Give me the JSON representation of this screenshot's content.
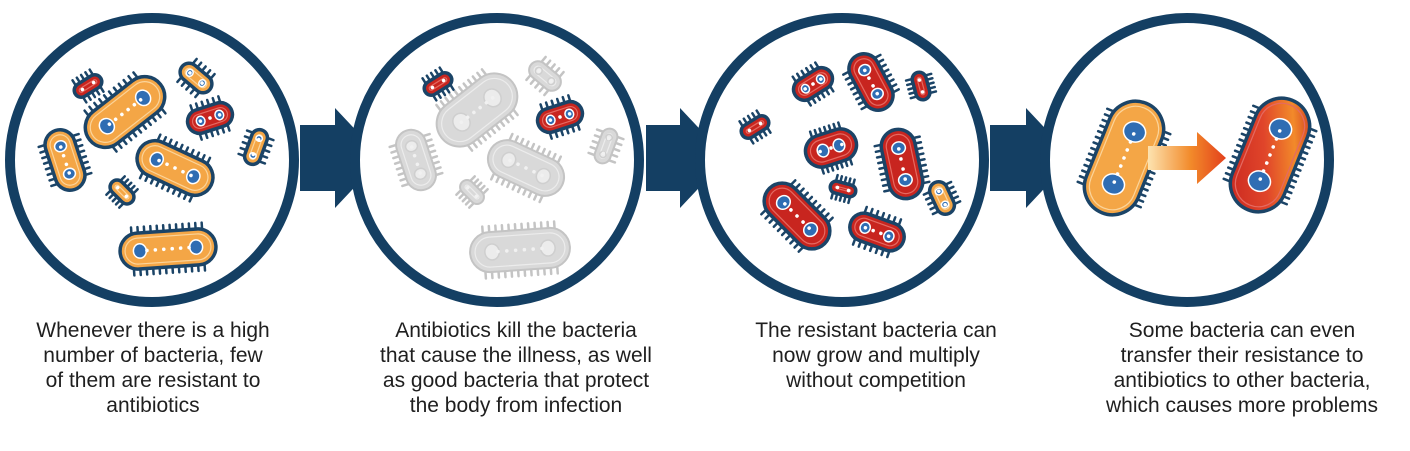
{
  "colors": {
    "ring": "#143f63",
    "arrow": "#143f63",
    "normal_bacteria": "#f4a646",
    "resistant_bacteria": "#c8251f",
    "dead_bacteria": "#d9d9d9",
    "nucleus": "#2f6db3",
    "outline": "#1b4467"
  },
  "panels": [
    {
      "caption": "Whenever there is a high\nnumber of bacteria, few\nof them are resistant to\nantibiotics"
    },
    {
      "caption": "Antibiotics kill the bacteria\nthat cause the illness, as well\nas good bacteria that protect\nthe body from infection"
    },
    {
      "caption": "The resistant bacteria can\nnow grow and multiply\nwithout competition"
    },
    {
      "caption": "Some bacteria can even\ntransfer their resistance to\nantibiotics to other bacteria,\nwhich causes more problems"
    }
  ]
}
